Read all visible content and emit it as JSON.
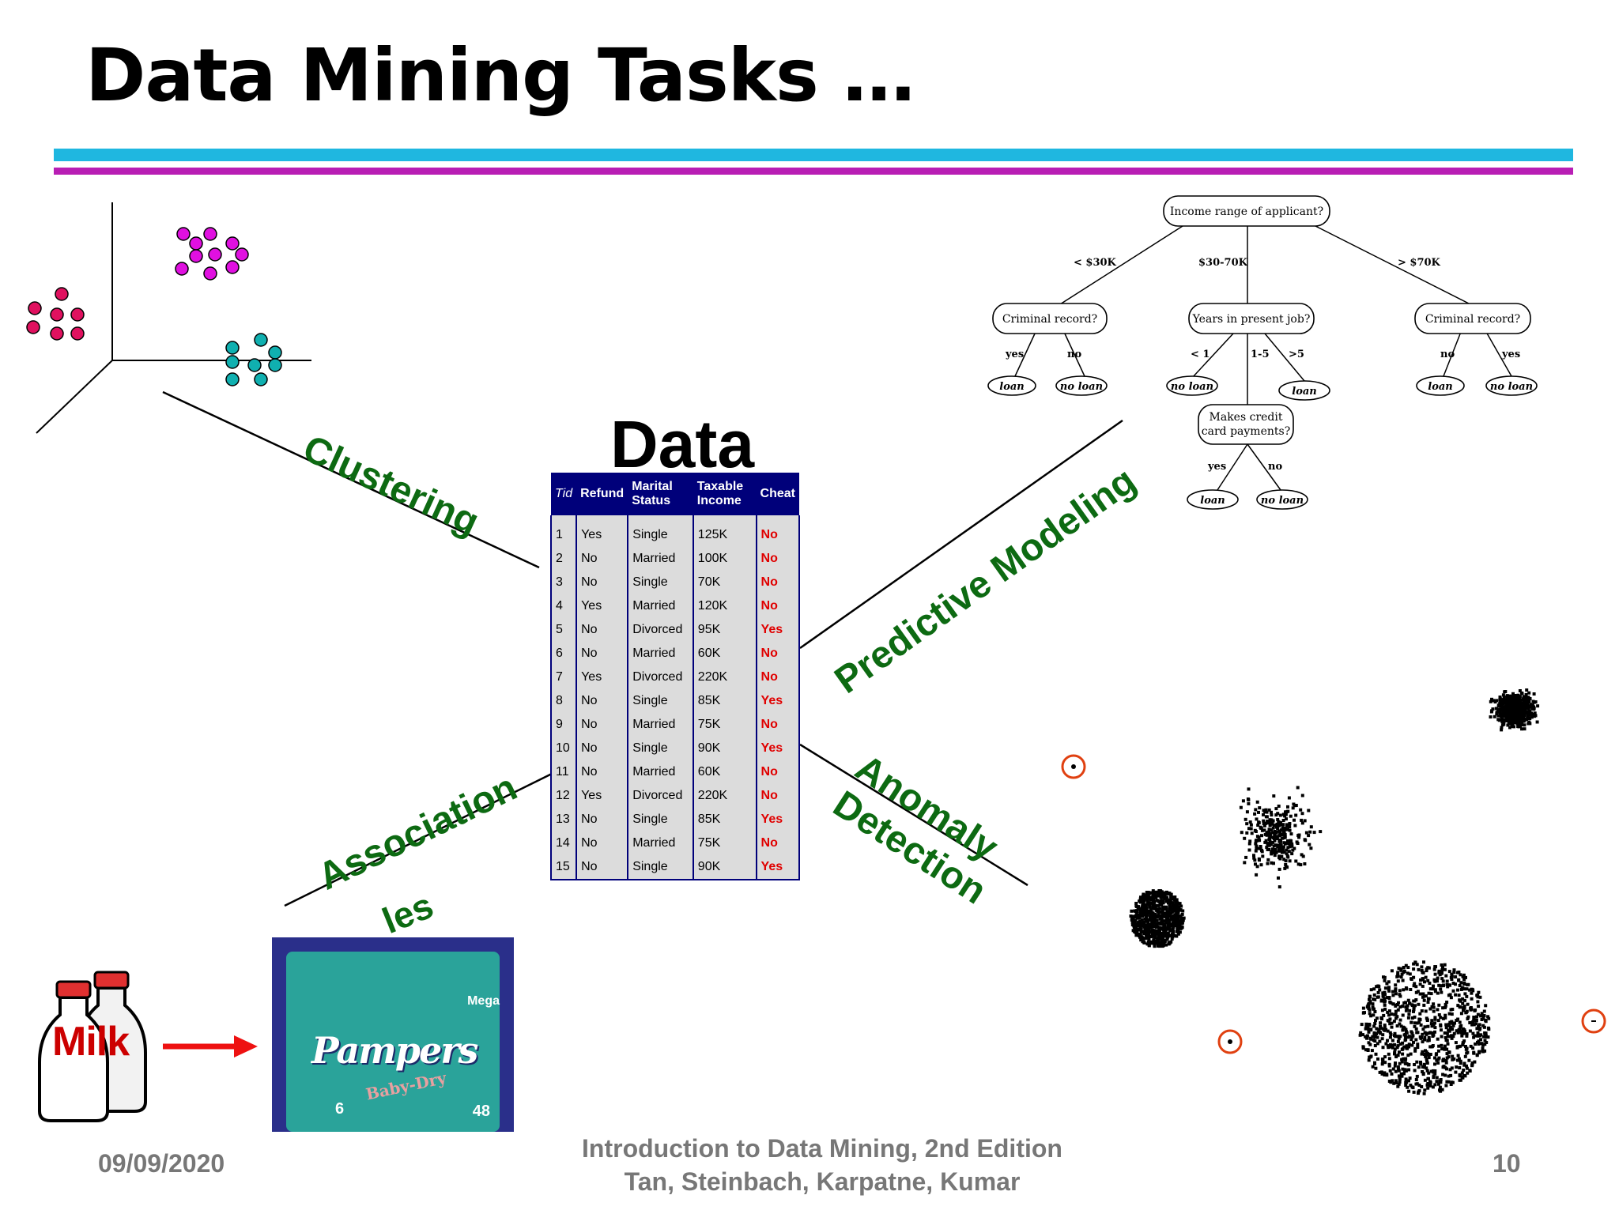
{
  "slide": {
    "title": "Data Mining Tasks …",
    "footer_date": "09/09/2020",
    "footer_book_line1": "Introduction to Data Mining, 2nd Edition",
    "footer_book_line2": "Tan, Steinbach, Karpatne, Kumar",
    "page_number": "10"
  },
  "tasks": {
    "clustering": "Clustering",
    "predictive": "Predictive Modeling",
    "association": "Association",
    "rules_fragment": "les",
    "anomaly_line1": "Anomaly",
    "anomaly_line2": "Detection"
  },
  "data_label": "Data",
  "table": {
    "headers": [
      "Tid",
      "Refund",
      "Marital Status",
      "Taxable Income",
      "Cheat"
    ],
    "rows": [
      [
        "1",
        "Yes",
        "Single",
        "125K",
        "No"
      ],
      [
        "2",
        "No",
        "Married",
        "100K",
        "No"
      ],
      [
        "3",
        "No",
        "Single",
        "70K",
        "No"
      ],
      [
        "4",
        "Yes",
        "Married",
        "120K",
        "No"
      ],
      [
        "5",
        "No",
        "Divorced",
        "95K",
        "Yes"
      ],
      [
        "6",
        "No",
        "Married",
        "60K",
        "No"
      ],
      [
        "7",
        "Yes",
        "Divorced",
        "220K",
        "No"
      ],
      [
        "8",
        "No",
        "Single",
        "85K",
        "Yes"
      ],
      [
        "9",
        "No",
        "Married",
        "75K",
        "No"
      ],
      [
        "10",
        "No",
        "Single",
        "90K",
        "Yes"
      ],
      [
        "11",
        "No",
        "Married",
        "60K",
        "No"
      ],
      [
        "12",
        "Yes",
        "Divorced",
        "220K",
        "No"
      ],
      [
        "13",
        "No",
        "Single",
        "85K",
        "Yes"
      ],
      [
        "14",
        "No",
        "Married",
        "75K",
        "No"
      ],
      [
        "15",
        "No",
        "Single",
        "90K",
        "Yes"
      ]
    ]
  },
  "tree": {
    "root": "Income range of applicant?",
    "branch_left": "< $30K",
    "branch_mid": "$30-70K",
    "branch_right": "> $70K",
    "left_node": "Criminal record?",
    "mid_node": "Years in present job?",
    "right_node": "Criminal record?",
    "left_yes": "yes",
    "left_no": "no",
    "left_leaf_yes": "loan",
    "left_leaf_no": "no loan",
    "mid_lt1": "< 1",
    "mid_1to5": "1-5",
    "mid_gt5": ">5",
    "mid_leaf_lt1": "no loan",
    "mid_leaf_gt5": "loan",
    "payments_line1": "Makes credit",
    "payments_line2": "card payments?",
    "pay_yes": "yes",
    "pay_no": "no",
    "pay_leaf_yes": "loan",
    "pay_leaf_no": "no loan",
    "right_no": "no",
    "right_yes": "yes",
    "right_leaf_no": "loan",
    "right_leaf_yes": "no loan"
  },
  "association": {
    "milk_text": "Milk",
    "pampers_brand": "Pampers",
    "pampers_sub": "Baby-Dry",
    "pampers_mega": "Mega",
    "pampers_count": "48",
    "pampers_size": "6"
  },
  "colors": {
    "task_green": "#0d6a12",
    "table_header": "#00007a",
    "cheat_red": "#e00000",
    "rule_cyan": "#1fb7e0",
    "rule_magenta": "#b81eb4",
    "cluster_red": "#e0115f",
    "cluster_magenta": "#e010e0",
    "cluster_teal": "#10b0b0",
    "outlier_ring": "#e04010"
  }
}
